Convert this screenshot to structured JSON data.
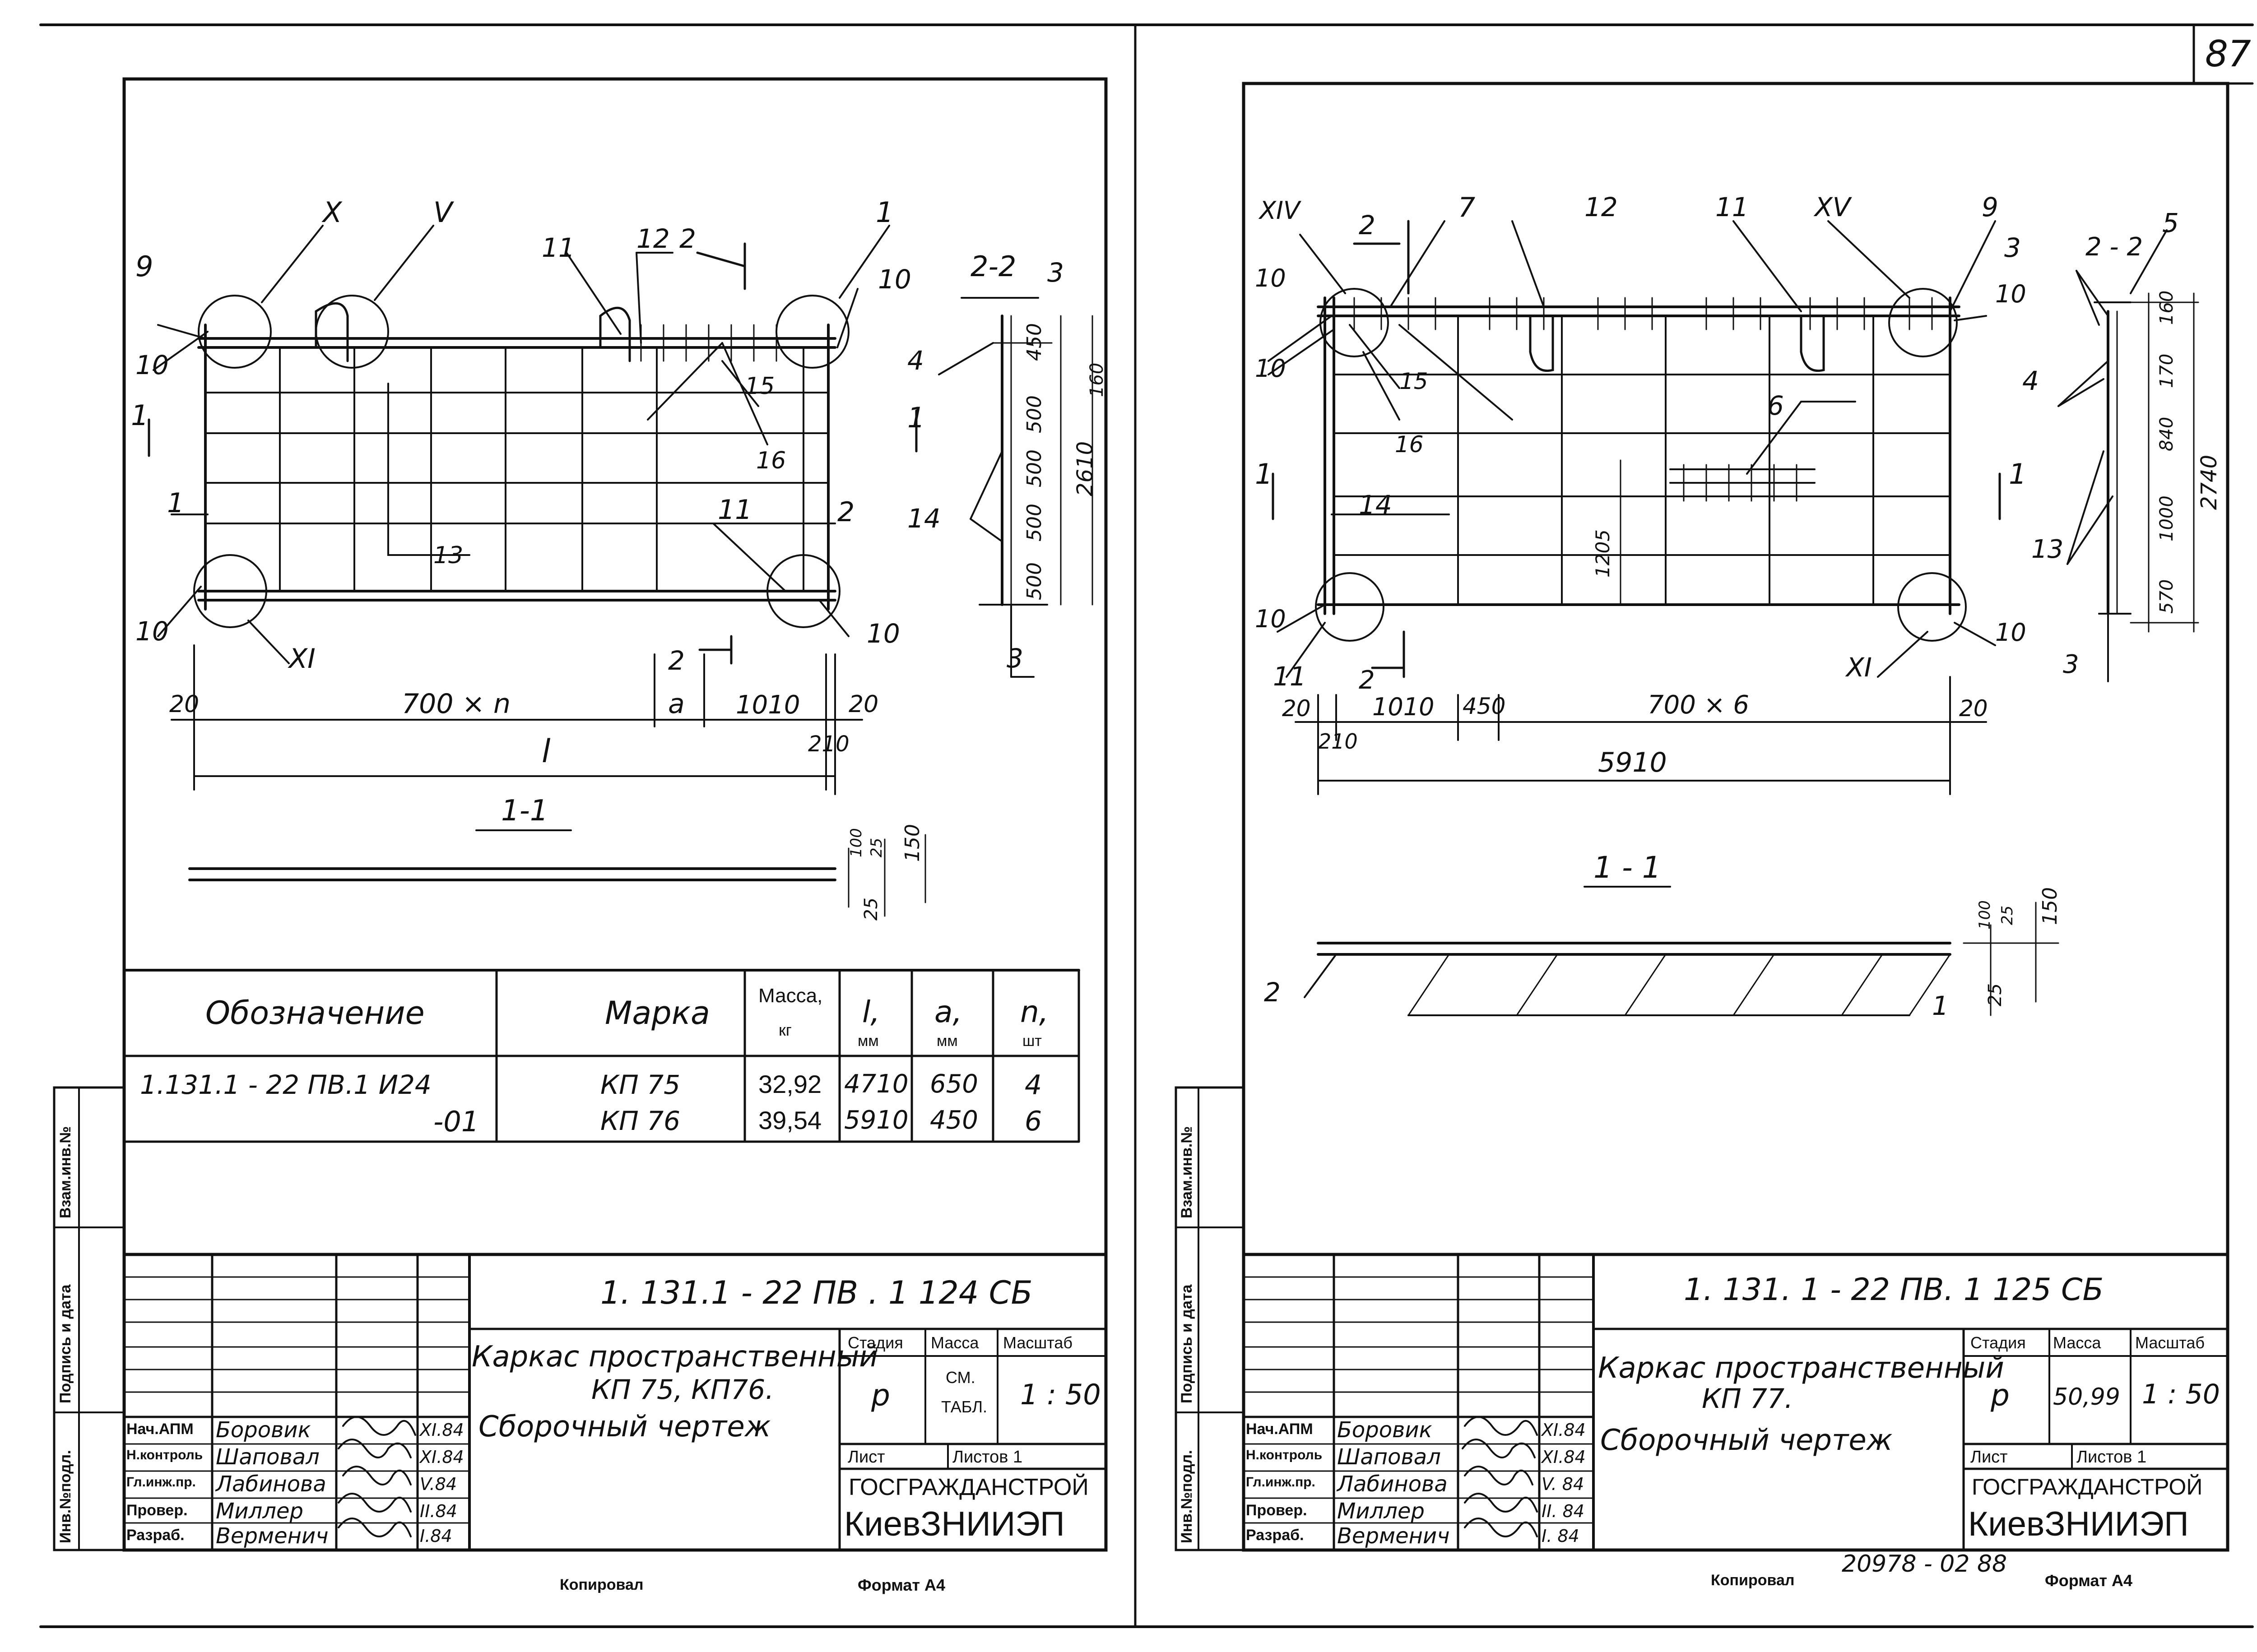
{
  "page_number": "87",
  "left_sheet": {
    "labels": {
      "x": "X",
      "v": "V",
      "xi": "XI",
      "n9": "9",
      "n10a": "10",
      "n10b": "10",
      "n10c": "10",
      "n10d": "10",
      "n11": "11",
      "n12": "12",
      "n1": "1",
      "n15": "15",
      "n16": "16",
      "n13": "13",
      "n1l": "1",
      "n1r": "1",
      "n2r": "2",
      "n2top": "2",
      "n2bot": "2",
      "n11b": "11",
      "sec22": "2-2",
      "n3a": "3",
      "n3b": "3",
      "n4": "4",
      "n14": "14",
      "d450": "450",
      "d160": "160",
      "d500a": "500",
      "d500b": "500",
      "d500c": "500",
      "d500d": "500",
      "d2610": "2610",
      "d20a": "20",
      "d700n": "700 × n",
      "da": "a",
      "d1010": "1010",
      "d20b": "20",
      "dl": "l",
      "d210": "210",
      "sec11": "1-1",
      "d100": "100",
      "d25a": "25",
      "d150": "150",
      "d25b": "25"
    },
    "spec": {
      "headers": [
        "Обозначение",
        "Марка",
        "Масса,",
        "кг",
        "l,",
        "мм",
        "a,",
        "мм",
        "n,",
        "шт"
      ],
      "rows": [
        {
          "designation": "1.131.1 - 22 ПВ.1  И24",
          "mark": "КП 75",
          "mass": "32,92",
          "l": "4710",
          "a": "650",
          "n": "4"
        },
        {
          "designation": "-01",
          "mark": "КП 76",
          "mass": "39,54",
          "l": "5910",
          "a": "450",
          "n": "6"
        }
      ]
    },
    "side_stamps": [
      "Взам.инв.№",
      "Подпись и дата",
      "Инв.№подл."
    ],
    "title_block": {
      "code": "1. 131.1 - 22 ПВ . 1    124   СБ",
      "title_line1": "Каркас пространственный",
      "title_line2": "КП 75, КП76.",
      "title_line3": "Сборочный    чертеж",
      "stage_h": "Стадия",
      "mass_h": "Масса",
      "scale_h": "Масштаб",
      "stage": "р",
      "mass1": "СМ.",
      "mass2": "ТАБЛ.",
      "scale": "1 : 50",
      "sheet": "Лист",
      "sheets": "Листов  1",
      "org1": "ГОСГРАЖДАНСТРОЙ",
      "org2": "КиевЗНИИЭП",
      "people": [
        {
          "role": "Нач.АПМ",
          "name": "Боровик",
          "date": "XI.84"
        },
        {
          "role": "Н.контроль",
          "name": "Шаповал",
          "date": "XI.84"
        },
        {
          "role": "Гл.инж.пр.",
          "name": "Лабинова",
          "date": "V.84"
        },
        {
          "role": "Провер.",
          "name": "Миллер",
          "date": "II.84"
        },
        {
          "role": "Разраб.",
          "name": "Верменич",
          "date": "I.84"
        }
      ]
    },
    "footer": {
      "copied": "Копировал",
      "format": "Формат А4"
    }
  },
  "right_sheet": {
    "labels": {
      "xiv": "XIV",
      "n2a": "2",
      "n7": "7",
      "n12": "12",
      "n11": "11",
      "xv": "XV",
      "n9": "9",
      "n3": "3",
      "sec22": "2 - 2",
      "n5": "5",
      "n10a": "10",
      "n10b": "10",
      "n10c": "10",
      "n10d": "10",
      "n10e": "10",
      "n15": "15",
      "n16": "16",
      "n6": "6",
      "n4": "4",
      "n14": "14",
      "n1l": "1",
      "n1r": "1",
      "n13": "13",
      "n11b": "11",
      "n2b": "2",
      "xi": "XI",
      "n3b": "3",
      "d160": "160",
      "d170": "170",
      "d840": "840",
      "d1000": "1000",
      "d570": "570",
      "d2740": "2740",
      "d1205": "1205",
      "d20a": "20",
      "d1010": "1010",
      "d450": "450",
      "d700x6": "700 × 6",
      "d20b": "20",
      "d210": "210",
      "d5910": "5910",
      "sec11": "1 - 1",
      "d100": "100",
      "d25a": "25",
      "d150": "150",
      "d25b": "25",
      "m2": "2",
      "m1": "1"
    },
    "side_stamps": [
      "Взам.инв.№",
      "Подпись и дата",
      "Инв.№подл."
    ],
    "title_block": {
      "code": "1. 131. 1 - 22 ПВ.  1      125   СБ",
      "title_line1": "Каркас пространственный",
      "title_line2": "КП 77.",
      "title_line3": "Сборочный    чертеж",
      "stage_h": "Стадия",
      "mass_h": "Масса",
      "scale_h": "Масштаб",
      "stage": "р",
      "mass": "50,99",
      "scale": "1 : 50",
      "sheet": "Лист",
      "sheets": "Листов  1",
      "org1": "ГОСГРАЖДАНСТРОЙ",
      "org2": "КиевЗНИИЭП",
      "people": [
        {
          "role": "Нач.АПМ",
          "name": "Боровик",
          "date": "XI.84"
        },
        {
          "role": "Н.контроль",
          "name": "Шаповал",
          "date": "XI.84"
        },
        {
          "role": "Гл.инж.пр.",
          "name": "Лабинова",
          "date": "V. 84"
        },
        {
          "role": "Провер.",
          "name": "Миллер",
          "date": "II. 84"
        },
        {
          "role": "Разраб.",
          "name": "Верменич",
          "date": "I. 84"
        }
      ]
    },
    "footer": {
      "copied": "Копировал",
      "stamp_number": "20978 - 02  88",
      "format": "Формат А4"
    }
  }
}
